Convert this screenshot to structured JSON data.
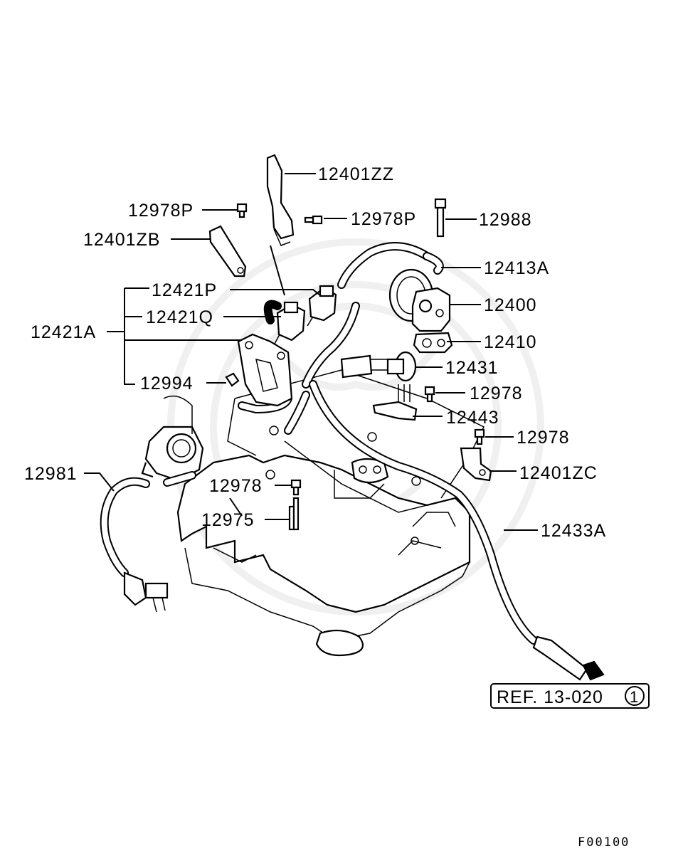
{
  "callouts": {
    "c12401ZZ": "12401ZZ",
    "c12978P_a": "12978P",
    "c12978P_b": "12978P",
    "c12988": "12988",
    "c12401ZB": "12401ZB",
    "c12413A": "12413A",
    "c12421P": "12421P",
    "c12400": "12400",
    "c12421A": "12421A",
    "c12421Q": "12421Q",
    "c12410": "12410",
    "c12431": "12431",
    "c12994": "12994",
    "c12978_a": "12978",
    "c12443": "12443",
    "c12978_b": "12978",
    "c12981": "12981",
    "c12401ZC": "12401ZC",
    "c12978_c": "12978",
    "c12975": "12975",
    "c12433A": "12433A"
  },
  "reference": {
    "text": "REF. 13-020",
    "circled_number": "1"
  },
  "figure_code": "F00100"
}
